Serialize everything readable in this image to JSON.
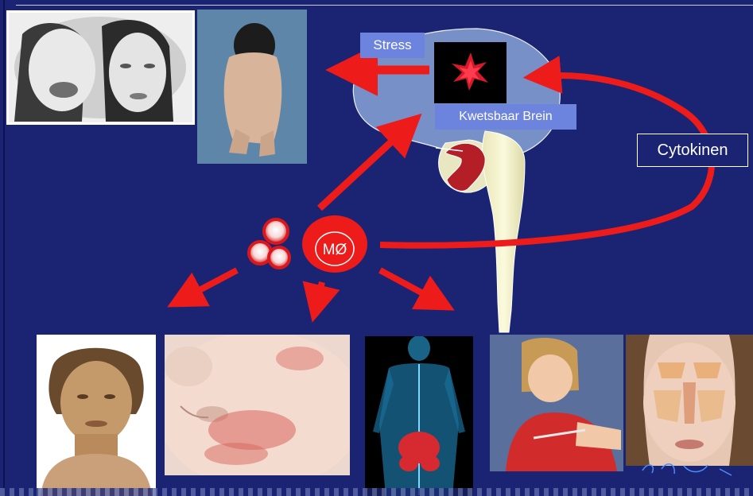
{
  "labels": {
    "stress": "Stress",
    "brain": "Kwetsbaar Brein",
    "cytokines": "Cytokinen",
    "macrophage": "MØ"
  },
  "colors": {
    "background": "#1a2472",
    "arrow": "#ee1b1b",
    "label_box": "#6d84de",
    "brain_fill": "#7f9ad0",
    "spine_fill": "#f4f2c8"
  },
  "images": [
    "faces-laughing-and-sad-photo",
    "crouching-person-photo",
    "brain-inflammation-image",
    "elderly-woman-photo",
    "child-eczema-rash-photo",
    "body-intestines-illustration",
    "girl-injection-photo",
    "sinus-anatomy-illustration"
  ]
}
